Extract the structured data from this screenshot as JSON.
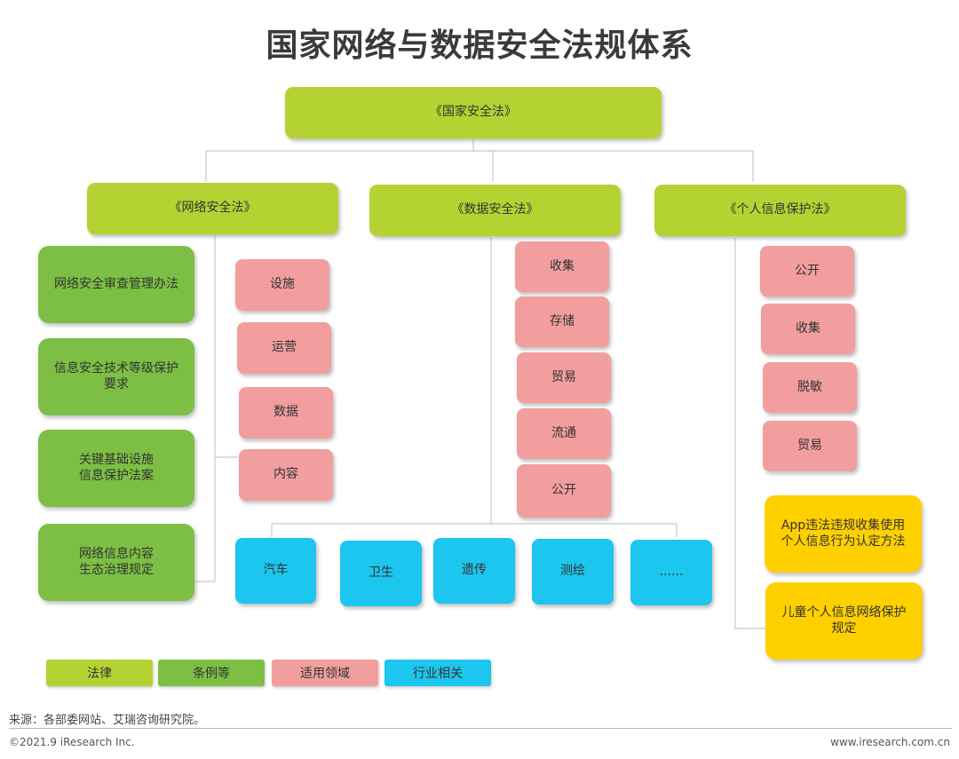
{
  "title": "国家网络与数据安全法规体系",
  "root": "《国家安全法》",
  "laws": [
    "《网络安全法》",
    "《数据安全法》",
    "《个人信息保护法》"
  ],
  "network_regs": [
    "网络安全审查管理办法",
    "信息安全技术等级保护\n要求",
    "关键基础设施\n信息保护法案",
    "网络信息内容\n生态治理规定"
  ],
  "network_domains": [
    "设施",
    "运营",
    "数据",
    "内容"
  ],
  "data_domains": [
    "收集",
    "存储",
    "贸易",
    "流通",
    "公开"
  ],
  "industries": [
    "汽车",
    "卫生",
    "遗传",
    "测绘",
    "......"
  ],
  "personal_domains": [
    "公开",
    "收集",
    "脱敏",
    "贸易"
  ],
  "personal_regs": [
    "App违法违规收集使用\n个人信息行为认定方法",
    "儿童个人信息网络保护\n规定"
  ],
  "legend": [
    "法律",
    "条例等",
    "适用领域",
    "行业相关"
  ],
  "colors": {
    "law": "#b5d233",
    "regulation": "#7cbf44",
    "domain": "#f29e9e",
    "industry": "#1cc6ee",
    "personal_regulation": "#ffd000"
  },
  "footer": {
    "source": "来源：各部委网站、艾瑞咨询研究院。",
    "copyright": "©2021.9 iResearch Inc.",
    "website": "www.iresearch.com.cn"
  }
}
